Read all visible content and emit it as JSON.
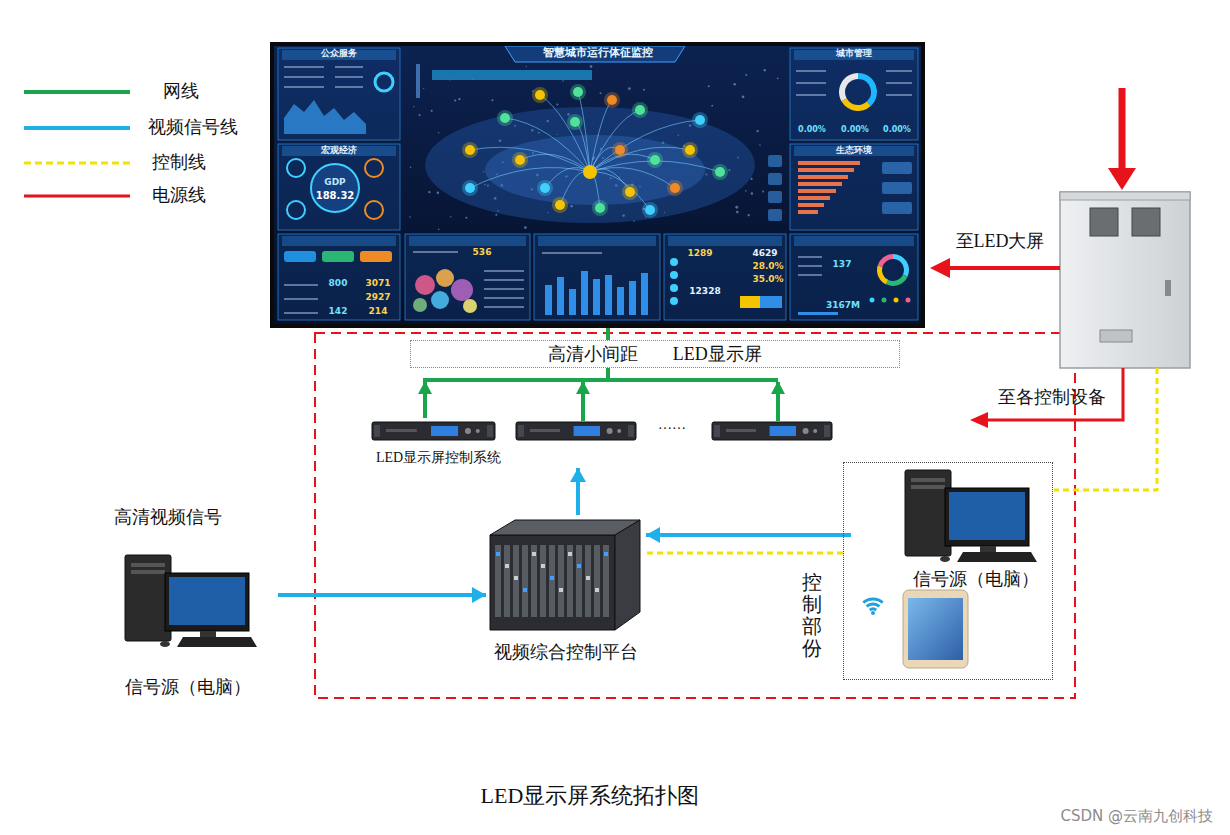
{
  "diagram": {
    "caption": "LED显示屏系统拓扑图",
    "nodes": [
      {
        "text": [
          "智慧城市运行体征监控"
        ]
      },
      {
        "text": [
          "高清小间距 LED显示屏"
        ]
      },
      {
        "text": [
          "LED显示屏控制系统"
        ]
      },
      {
        "text": [
          "控制部份"
        ]
      },
      {
        "text": [
          "信号源（电脑）"
        ],
        "in": 3
      },
      {
        "text": [
          "视频综合控制平台"
        ]
      },
      {
        "text": [
          "信号源（电脑）"
        ]
      }
    ],
    "edges": [
      {
        "from": 2,
        "to": 0,
        "arrow": "to"
      },
      {
        "from": 5,
        "to": 2,
        "arrow": "to"
      },
      {
        "from": 6,
        "to": 5,
        "arrow": "to"
      },
      {
        "from": 4,
        "to": 5,
        "arrow": "to"
      },
      {
        "from": 3,
        "to": 5,
        "arrow": "none"
      }
    ],
    "labels": [
      "高清视频信号",
      "……",
      "至LED大屏",
      "至各控制设备",
      "CSDN @云南九创科技",
      "公众服务",
      "宏观经济",
      "城市管理",
      "生态环境",
      "GDP",
      "188.32",
      "800",
      "3071",
      "2927",
      "142",
      "214",
      "536",
      "1289",
      "4629",
      "28.0%",
      "35.0%",
      "12328",
      "137",
      "3167M",
      "0.00%",
      "0.00%",
      "0.00%"
    ],
    "legend": [
      {
        "text": "网线"
      },
      {
        "text": "视频信号线"
      },
      {
        "text": "控制线"
      },
      {
        "text": "电源线"
      }
    ]
  }
}
